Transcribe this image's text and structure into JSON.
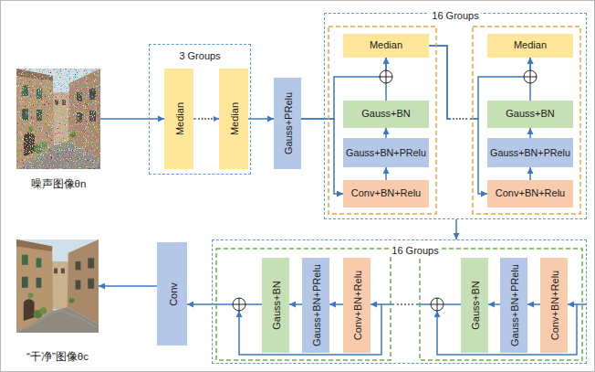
{
  "diagram": {
    "nodes": [
      {
        "text": [
          "噪声图像θn"
        ]
      },
      {
        "text": [
          "3 Groups"
        ]
      },
      {
        "text": [
          "Median"
        ],
        "in": 1
      },
      {
        "text": [
          "Median"
        ],
        "in": 1
      },
      {
        "text": [
          "Gauss+PRelu"
        ]
      },
      {
        "text": [
          "16 Groups"
        ]
      },
      {
        "text": [
          "Median"
        ],
        "in": 5
      },
      {
        "text": [
          "Gauss+BN"
        ],
        "in": 5
      },
      {
        "text": [
          "Gauss+BN+PRelu"
        ],
        "in": 5
      },
      {
        "text": [
          "Conv+BN+Relu"
        ],
        "in": 5
      },
      {
        "text": [
          "Median"
        ],
        "in": 5
      },
      {
        "text": [
          "Gauss+BN"
        ],
        "in": 5
      },
      {
        "text": [
          "Gauss+BN+PRelu"
        ],
        "in": 5
      },
      {
        "text": [
          "Conv+BN+Relu"
        ],
        "in": 5
      },
      {
        "text": [
          "16 Groups"
        ]
      },
      {
        "text": [
          "Conv+BN+Relu"
        ],
        "in": 14
      },
      {
        "text": [
          "Gauss+BN+PRelu"
        ],
        "in": 14
      },
      {
        "text": [
          "Gauss+BN"
        ],
        "in": 14
      },
      {
        "text": [
          "Conv+BN+Relu"
        ],
        "in": 14
      },
      {
        "text": [
          "Gauss+BN+PRelu"
        ],
        "in": 14
      },
      {
        "text": [
          "Gauss+BN"
        ],
        "in": 14
      },
      {
        "text": [
          "Conv"
        ]
      },
      {
        "text": [
          "“干净”图像θc"
        ]
      }
    ],
    "edges": [
      {
        "from": 0,
        "to": 2,
        "arrow": "to"
      },
      {
        "from": 2,
        "to": 3,
        "arrow": "to"
      },
      {
        "from": 3,
        "to": 4,
        "arrow": "to"
      },
      {
        "from": 4,
        "to": 9,
        "arrow": "to"
      },
      {
        "from": 4,
        "to": 6,
        "arrow": "to"
      },
      {
        "from": 9,
        "to": 8,
        "arrow": "to"
      },
      {
        "from": 8,
        "to": 7,
        "arrow": "to"
      },
      {
        "from": 7,
        "to": 6,
        "arrow": "to"
      },
      {
        "from": 6,
        "to": 13,
        "arrow": "to"
      },
      {
        "from": 6,
        "to": 10,
        "arrow": "to"
      },
      {
        "from": 13,
        "to": 12,
        "arrow": "to"
      },
      {
        "from": 12,
        "to": 11,
        "arrow": "to"
      },
      {
        "from": 11,
        "to": 10,
        "arrow": "to"
      },
      {
        "from": 5,
        "to": 14,
        "arrow": "to"
      },
      {
        "from": 15,
        "to": 16,
        "arrow": "to"
      },
      {
        "from": 16,
        "to": 17,
        "arrow": "to"
      },
      {
        "from": 17,
        "to": 18,
        "arrow": "to"
      },
      {
        "from": 18,
        "to": 19,
        "arrow": "to"
      },
      {
        "from": 19,
        "to": 20,
        "arrow": "to"
      },
      {
        "from": 20,
        "to": 21,
        "arrow": "to"
      },
      {
        "from": 21,
        "to": 22,
        "arrow": "to"
      }
    ]
  }
}
